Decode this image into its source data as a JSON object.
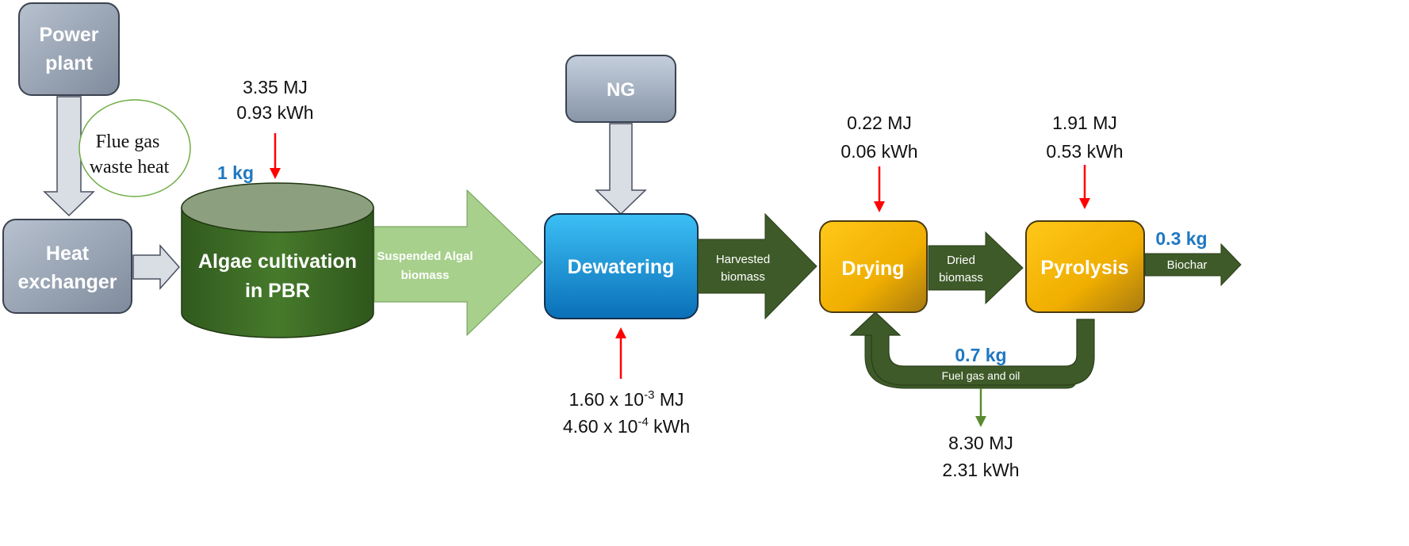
{
  "nodes": {
    "power_plant": [
      "Power",
      "plant"
    ],
    "heat_exchanger": [
      "Heat",
      "exchanger"
    ],
    "flue_gas": [
      "Flue gas",
      "waste heat"
    ],
    "algae": [
      "Algae cultivation",
      "in PBR"
    ],
    "ng": "NG",
    "dewatering": "Dewatering",
    "drying": "Drying",
    "pyrolysis": "Pyrolysis"
  },
  "flows": {
    "suspended": [
      "Suspended Algal",
      "biomass"
    ],
    "harvested": [
      "Harvested",
      "biomass"
    ],
    "dried": [
      "Dried",
      "biomass"
    ],
    "biochar": "Biochar",
    "fuel_gas": "Fuel gas and oil"
  },
  "masses": {
    "input": "1 kg",
    "biochar": "0.3 kg",
    "fuel_gas": "0.7 kg"
  },
  "energy": {
    "cultivation": [
      "3.35 MJ",
      "0.93 kWh"
    ],
    "dewatering": {
      "line1": {
        "base": "1.60 x 10",
        "exp": "-3",
        "unit": " MJ"
      },
      "line2": {
        "base": "4.60 x 10",
        "exp": "-4",
        "unit": " kWh"
      }
    },
    "drying": [
      "0.22 MJ",
      "0.06 kWh"
    ],
    "pyrolysis": [
      "1.91 MJ",
      "0.53 kWh"
    ],
    "output": [
      "8.30 MJ",
      "2.31 kWh"
    ]
  },
  "colors": {
    "grey_box": "#a2acbb",
    "light_arrow": "#d9dde4",
    "dark_green": "#3e5a28",
    "cyl_body": "#3b6a25",
    "cyl_top": "#8c9f7e",
    "light_green": "#a7d08c",
    "blue_box": "#23a0e0",
    "gold_box": "#f5b800",
    "red_arrow": "#ff0000",
    "green_arrow": "#5a8a32",
    "mass_blue": "#1f78c1",
    "ellipse": "#70ad47"
  }
}
